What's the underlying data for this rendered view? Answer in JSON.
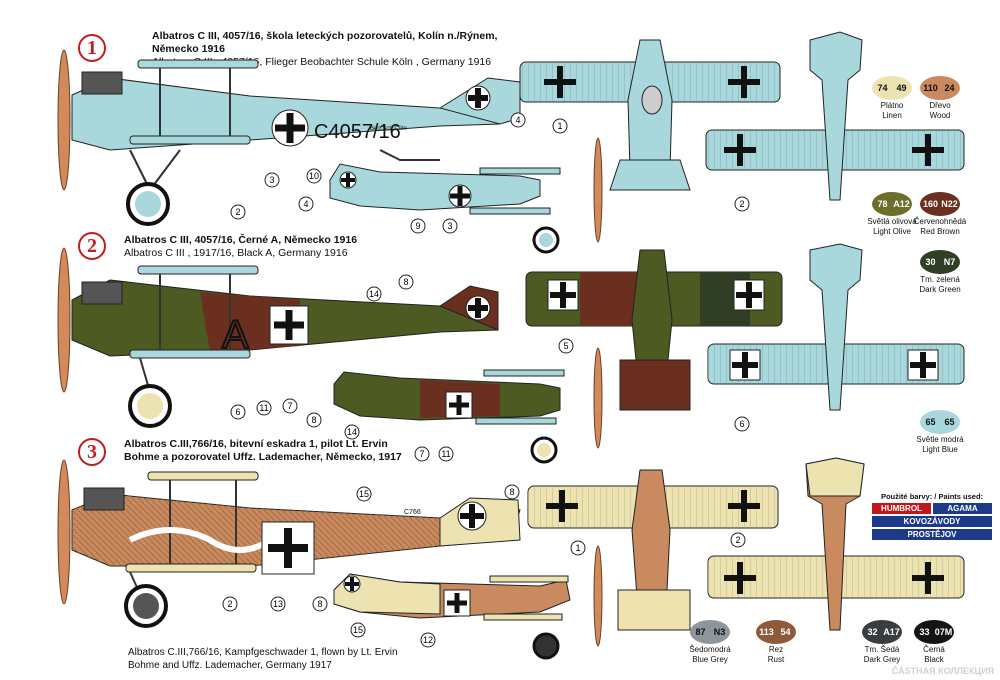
{
  "schemes": [
    {
      "number": "1",
      "title_bold": "Albatros C III, 4057/16, škola leteckých pozorovatelů, Kolín n./Rýnem, Německo 1916",
      "title_en": "Albatros C III , 4057/16, Flieger Beobachter Schule Köln , Germany 1916",
      "serial": "C4057/16",
      "unit_marking": "Beo.Sch.Cöln",
      "callouts": [
        "1",
        "2",
        "2",
        "3",
        "3",
        "4",
        "4",
        "9",
        "10"
      ]
    },
    {
      "number": "2",
      "title_bold": "Albatros C III, 4057/16, Černé A, Německo 1916",
      "title_en": "Albatros C III , 1917/16, Black A, Germany 1916",
      "letter": "A",
      "callouts": [
        "5",
        "6",
        "6",
        "7",
        "7",
        "8",
        "8",
        "11",
        "11",
        "14",
        "14"
      ]
    },
    {
      "number": "3",
      "title_bold": "Albatros C.III,766/16, bitevní eskadra 1, pilot Lt. Ervin Bohme a pozorovatel Uffz. Lademacher, Německo, 1917",
      "title_en": "Albatros C.III,766/16, Kampfgeschwader 1, flown by Lt. Ervin Bohme and Uffz. Lademacher, Germany 1917",
      "serial": "C766",
      "callouts": [
        "1",
        "2",
        "2",
        "8",
        "8",
        "12",
        "13",
        "15",
        "15"
      ]
    }
  ],
  "colors": [
    {
      "codes": [
        "74",
        "49"
      ],
      "cz": "Plátno",
      "en": "Linen",
      "hex": "#ece3b0"
    },
    {
      "codes": [
        "110",
        "24"
      ],
      "cz": "Dřevo",
      "en": "Wood",
      "hex": "#c88a5e"
    },
    {
      "codes": [
        "78",
        "A12"
      ],
      "cz": "Světlá olivová",
      "en": "Light Olive",
      "hex": "#6b6f2a"
    },
    {
      "codes": [
        "160",
        "N22"
      ],
      "cz": "Červenohnědá",
      "en": "Red Brown",
      "hex": "#6a2f1e"
    },
    {
      "codes": [
        "30",
        "N7"
      ],
      "cz": "Tm. zelená",
      "en": "Dark Green",
      "hex": "#2f3e25"
    },
    {
      "codes": [
        "65",
        "65"
      ],
      "cz": "Světle modrá",
      "en": "Light Blue",
      "hex": "#a9d8dc"
    },
    {
      "codes": [
        "87",
        "N3"
      ],
      "cz": "Šedomodrá",
      "en": "Blue Grey",
      "hex": "#8e969c"
    },
    {
      "codes": [
        "113",
        "54"
      ],
      "cz": "Rez",
      "en": "Rust",
      "hex": "#8e5a3c"
    },
    {
      "codes": [
        "32",
        "A17"
      ],
      "cz": "Tm. Šedá",
      "en": "Dark Grey",
      "hex": "#3a3d40"
    },
    {
      "codes": [
        "33",
        "07M"
      ],
      "cz": "Černá",
      "en": "Black",
      "hex": "#141414"
    }
  ],
  "paints": {
    "heading": "Použité barvy: / Paints used:",
    "brands": [
      "HUMBROL",
      "AGAMA",
      "KOVOZÁVODY",
      "PROSTĚJOV"
    ]
  },
  "watermark": "ČÁSТНАЯ КОЛЛЕКЦИЯ"
}
